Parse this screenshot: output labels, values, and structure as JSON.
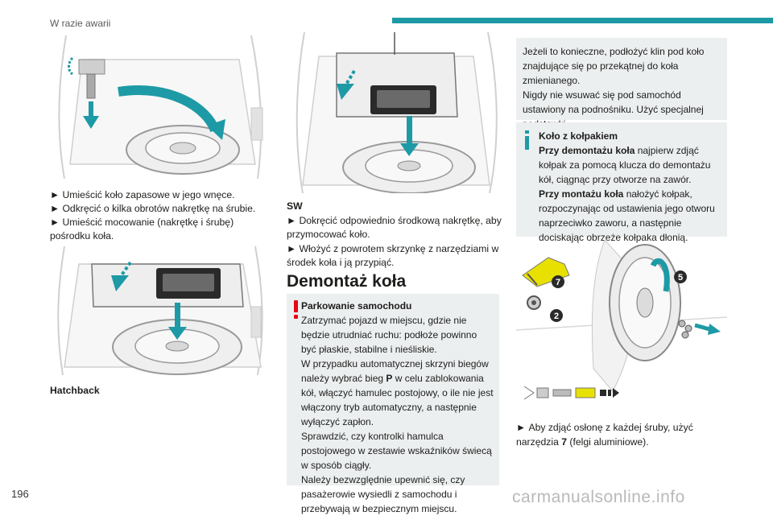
{
  "header": {
    "section_title": "W razie awarii"
  },
  "page_number": "196",
  "watermark": "carmanualsonline.info",
  "colors": {
    "accent": "#1d9aa6",
    "warning": "#e30613",
    "box_bg": "#eceff0"
  },
  "column1": {
    "steps": [
      "Umieścić koło zapasowe w jego wnęce.",
      "Odkręcić o kilka obrotów nakrętkę na śrubie.",
      "Umieścić mocowanie (nakrętkę i śrubę) pośrodku koła."
    ],
    "hatchback_label": "Hatchback"
  },
  "column2": {
    "sw_label": "SW",
    "sw_steps": [
      "Dokręcić odpowiednio środkową nakrętkę, aby przymocować koło.",
      "Włożyć z powrotem skrzynkę z narzędziami w środek koła i ją przypiąć."
    ],
    "section_heading": "Demontaż koła",
    "warning": {
      "title": "Parkowanie samochodu",
      "lines": [
        "Zatrzymać pojazd w miejscu, gdzie nie będzie utrudniać ruchu: podłoże powinno być płaskie, stabilne i nieśliskie.",
        "W przypadku automatycznej skrzyni biegów należy wybrać bieg ",
        "P",
        " w celu zablokowania kół, włączyć hamulec postojowy, o ile nie jest włączony tryb automatyczny, a następnie wyłączyć zapłon.",
        "Sprawdzić, czy kontrolki hamulca postojowego w zestawie wskaźników świecą w sposób ciągły.",
        "Należy bezwzględnie upewnić się, czy pasażerowie wysiedli z samochodu i przebywają w bezpiecznym miejscu."
      ]
    }
  },
  "column3": {
    "info1": {
      "line1": "Jeżeli to konieczne, podłożyć klin pod koło znajdujące się po przekątnej do koła zmienianego.",
      "line2": "Nigdy nie wsuwać się pod samochód ustawiony na podnośniku. Użyć specjalnej podstawki."
    },
    "info2": {
      "title": "Koło z kołpakiem",
      "removal_label": "Przy demontażu koła",
      "removal_text": " najpierw zdjąć kołpak za pomocą klucza do demontażu kół, ciągnąc przy otworze na zawór.",
      "mount_label": "Przy montażu koła",
      "mount_text": " nałożyć kołpak, rozpoczynając od ustawienia jego otworu naprzeciwko zaworu, a następnie dociskając obrzeże kołpaka dłonią."
    },
    "callouts": [
      "7",
      "5",
      "2"
    ],
    "step_prefix": "Aby zdjąć osłonę z każdej śruby, użyć narzędzia ",
    "step_bold": "7",
    "step_suffix": " (felgi aluminiowe)."
  }
}
